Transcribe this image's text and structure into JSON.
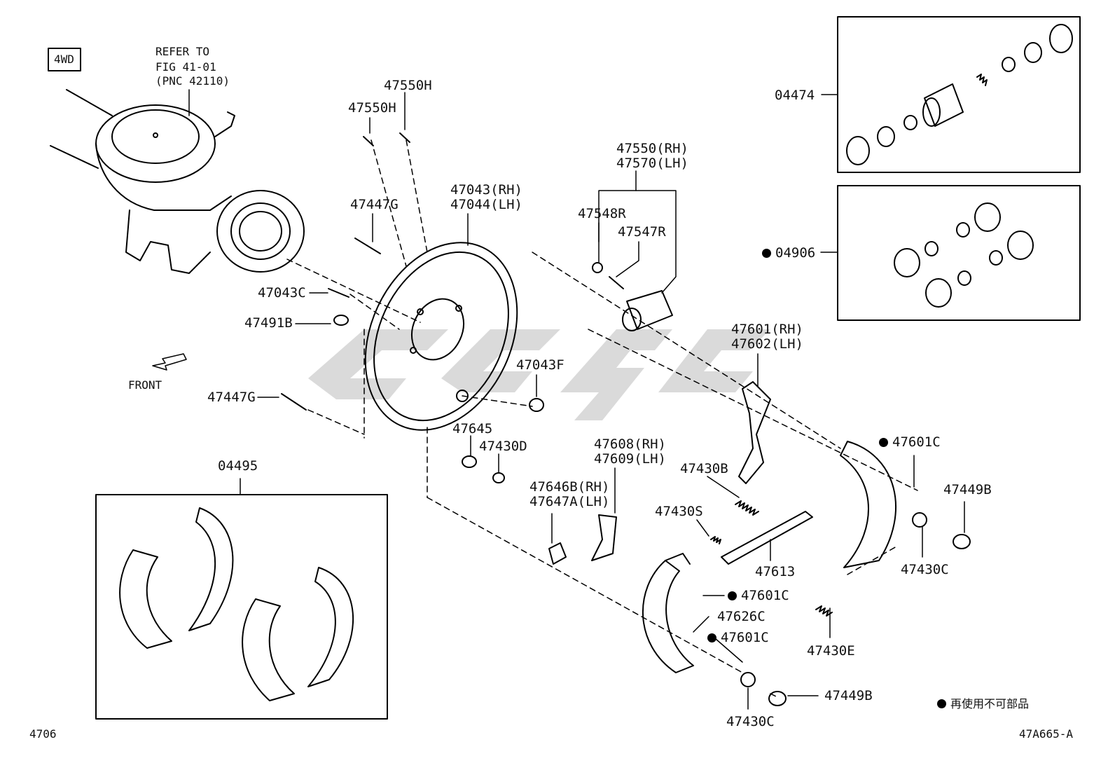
{
  "badge": "4WD",
  "refer_note": [
    "REFER TO",
    "FIG 41-01",
    "(PNC 42110)"
  ],
  "front_label": "FRONT",
  "legend_text": "再使用不可部品",
  "footer": {
    "left": "4706",
    "right": "47A665-A"
  },
  "labels": {
    "p47550H_a": "47550H",
    "p47550H_b": "47550H",
    "p47447G_a": "47447G",
    "p47447G_b": "47447G",
    "p47043_rh": "47043(RH)",
    "p47044_lh": "47044(LH)",
    "p47550_rh": "47550(RH)",
    "p47570_lh": "47570(LH)",
    "p47548R": "47548R",
    "p47547R": "47547R",
    "p47043C": "47043C",
    "p47491B": "47491B",
    "p47043F": "47043F",
    "p47645": "47645",
    "p47430D": "47430D",
    "p47646B": "47646B(RH)",
    "p47647A": "47647A(LH)",
    "p47608": "47608(RH)",
    "p47609": "47609(LH)",
    "p47430B": "47430B",
    "p47430S": "47430S",
    "p47613": "47613",
    "p47601_rh": "47601(RH)",
    "p47602_lh": "47602(LH)",
    "p47601C_a": "47601C",
    "p47601C_b": "47601C",
    "p47601C_c": "47601C",
    "p47626C": "47626C",
    "p47449B_a": "47449B",
    "p47449B_b": "47449B",
    "p47430C_a": "47430C",
    "p47430C_b": "47430C",
    "p47430E": "47430E",
    "p04495": "04495",
    "p04474": "04474",
    "p04906": "04906"
  },
  "non_reusable_parts": [
    "04906",
    "47601C",
    "47601C",
    "47601C"
  ]
}
